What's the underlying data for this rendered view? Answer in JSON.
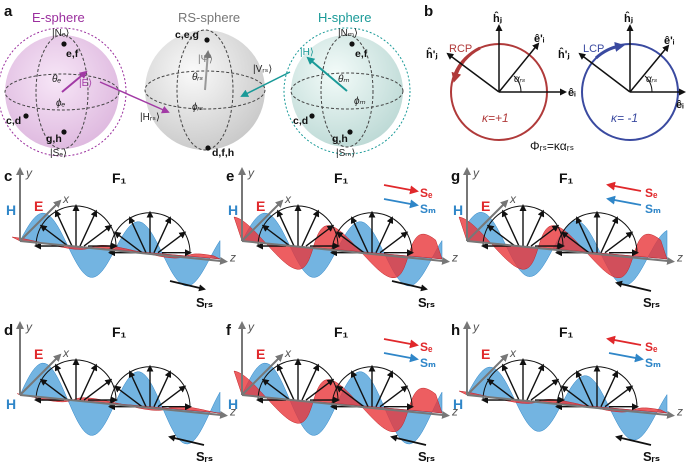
{
  "panels": {
    "a": "a",
    "b": "b",
    "c": "c",
    "d": "d",
    "e": "e",
    "f": "f",
    "g": "g",
    "h": "h"
  },
  "sphere_e": {
    "title": "E-sphere",
    "top": "|Nₑ⟩",
    "bottom": "|Sₑ⟩",
    "state": "|E⟩",
    "pt_top": "e,f",
    "pt_left": "c,d",
    "pt_bottom": "g,h",
    "theta": "θₑ",
    "phi": "ϕₑ"
  },
  "sphere_rs": {
    "title": "RS-sphere",
    "top": "|Ψ⟩",
    "left": "|Hᵣₛ⟩",
    "right": "|Vᵣₛ⟩",
    "pt_top": "c,e,g",
    "pt_bottom": "d,f,h",
    "theta": "θᵣₛ",
    "phi": "ϕᵣₛ"
  },
  "sphere_h": {
    "title": "H-sphere",
    "top": "|Nₘ⟩",
    "bottom": "|Sₘ⟩",
    "state": "|H⟩",
    "pt_top": "e,f",
    "pt_left": "c,d",
    "pt_bottom": "g,h",
    "theta": "θₘ",
    "phi": "ϕₘ"
  },
  "basis": {
    "h_j": "ĥⱼ",
    "h_j_prime": "ĥ'ⱼ",
    "e_i": "êᵢ",
    "e_i_prime": "ê'ᵢ",
    "alpha": "αᵣₛ",
    "rcp": "RCP",
    "lcp": "LCP",
    "kappa_pos": "κ=+1",
    "kappa_neg": "κ= -1",
    "formula": "Φᵣₛ=καᵣₛ"
  },
  "wave": {
    "H": "H",
    "E": "E",
    "F": "F₁",
    "x": "x",
    "y": "y",
    "z": "z",
    "Srs": "Sᵣₛ",
    "Se": "Sₑ",
    "Sm": "Sₘ"
  },
  "colors": {
    "e_sphere": "#9b2f9e",
    "rs_sphere": "#8a8a8a",
    "h_sphere": "#1a9a98",
    "rcp": "#b03a3a",
    "lcp": "#3a4aa0",
    "e_field": "#e0282b",
    "h_field": "#2f86c8"
  }
}
